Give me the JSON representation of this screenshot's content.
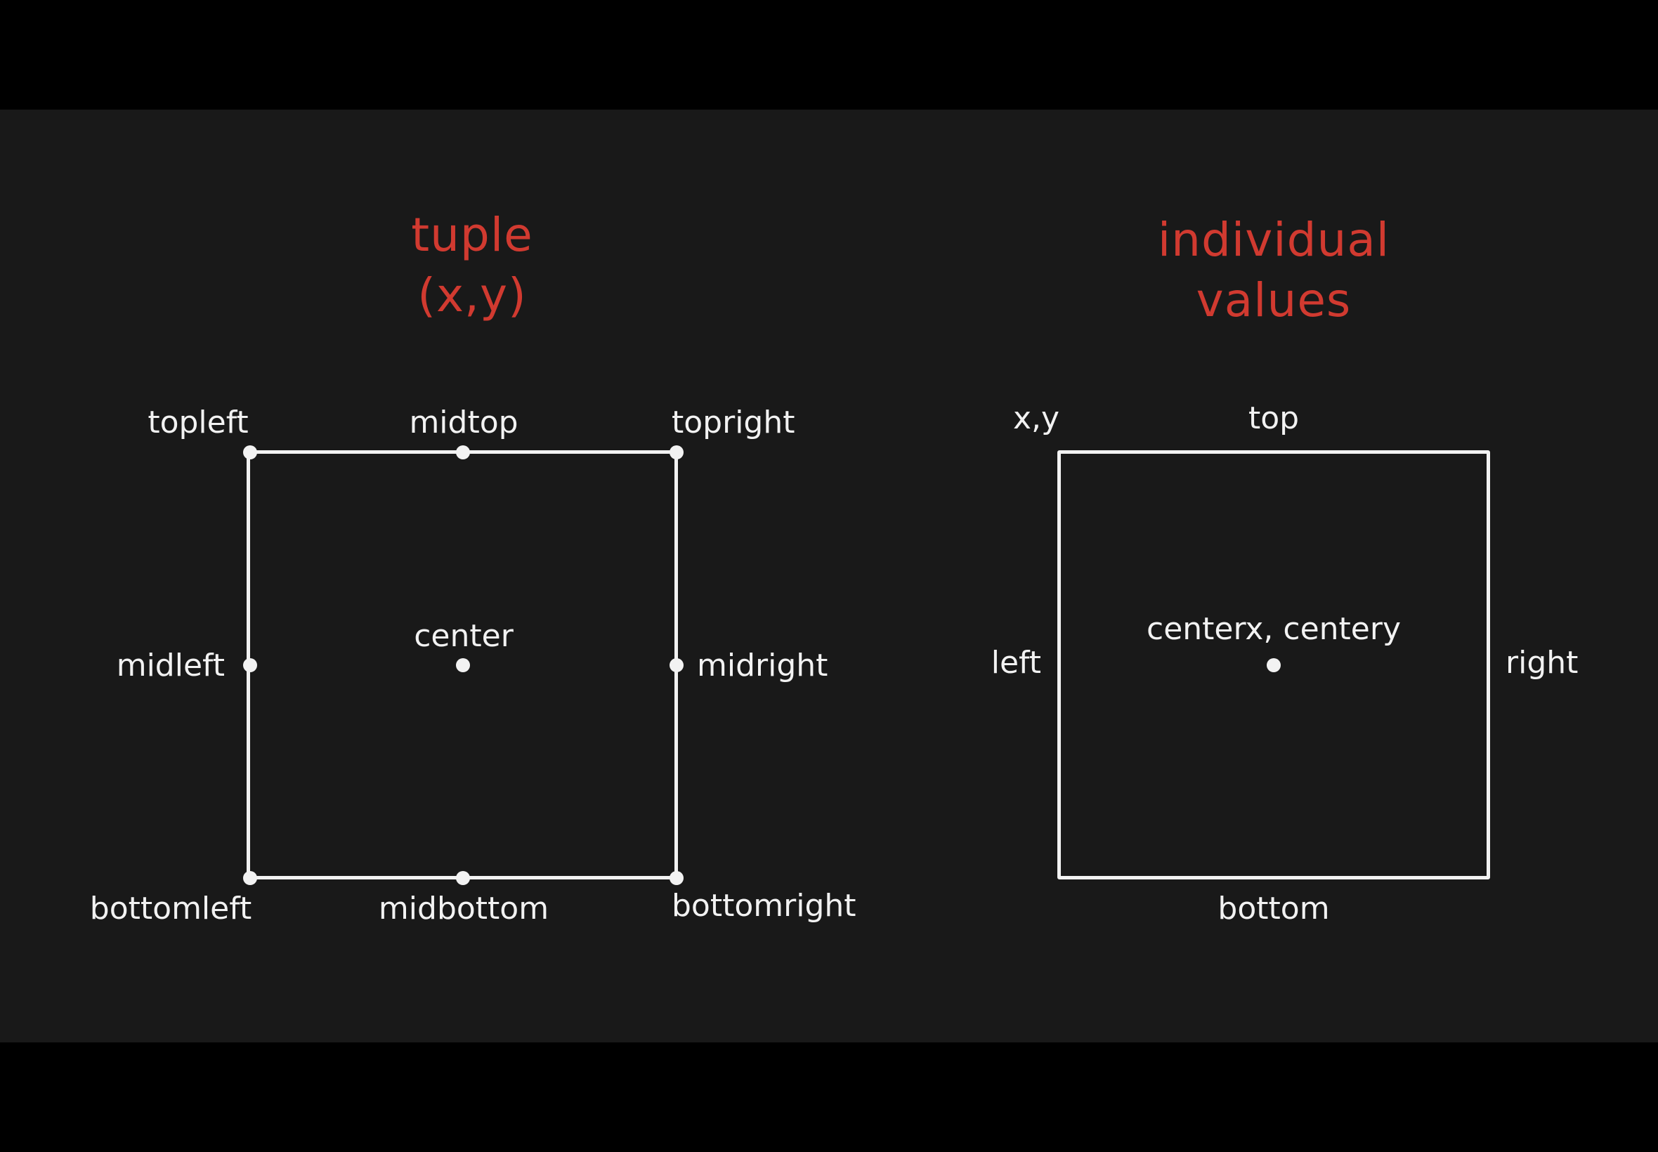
{
  "colors": {
    "background": "#191919",
    "letterbox": "#000000",
    "title": "#d13a30",
    "foreground": "#f2f2f2"
  },
  "left_panel": {
    "title_line1": "tuple",
    "title_line2": "(x,y)",
    "labels": {
      "topleft": "topleft",
      "midtop": "midtop",
      "topright": "topright",
      "midleft": "midleft",
      "center": "center",
      "midright": "midright",
      "bottomleft": "bottomleft",
      "midbottom": "midbottom",
      "bottomright": "bottomright"
    }
  },
  "right_panel": {
    "title_line1": "individual",
    "title_line2": "values",
    "labels": {
      "xy": "x,y",
      "top": "top",
      "left": "left",
      "center": "centerx, centery",
      "right": "right",
      "bottom": "bottom"
    }
  }
}
